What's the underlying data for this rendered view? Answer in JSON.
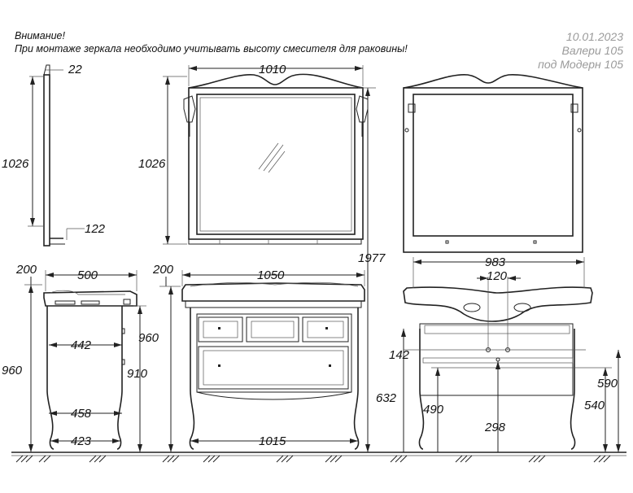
{
  "notes": {
    "title": "Внимание!",
    "text": "При монтаже зеркала необходимо учитывать высоту смесителя для раковины!"
  },
  "meta": {
    "date": "10.01.2023",
    "model_line1": "Валери 105",
    "model_line2": "под Модерн 105"
  },
  "dimensions": {
    "mirror_depth": "22",
    "mirror_height_side": "1026",
    "mirror_hook": "122",
    "mirror_width": "1010",
    "mirror_height_front": "1026",
    "total_height": "1977",
    "rear_width": "983",
    "rear_hole_spacing": "120",
    "sink_depth_top": "200",
    "cabinet_depth": "500",
    "cabinet_inner_depth": "442",
    "cabinet_height_side": "960",
    "side_height_910": "910",
    "leg_depth_458": "458",
    "leg_depth_423": "423",
    "front_sink_offset": "200",
    "front_width": "1050",
    "front_height": "960",
    "front_leg_width": "1015",
    "rear_142": "142",
    "rear_632": "632",
    "rear_490": "490",
    "rear_298": "298",
    "rear_590": "590",
    "rear_540": "540"
  }
}
